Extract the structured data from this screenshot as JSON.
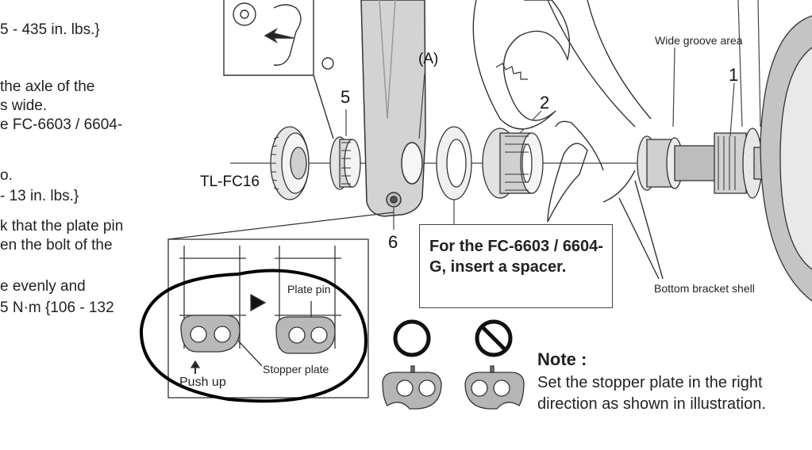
{
  "left_text_lines": [
    "5 - 435 in. lbs.}",
    "the axle of the",
    "s wide.",
    "e FC-6603 / 6604-",
    "o.",
    "- 13 in. lbs.}",
    "k that the plate pin",
    "en the bolt of the",
    "e evenly and",
    "5 N·m {106 - 132"
  ],
  "labels": {
    "a": "(A)",
    "n5": "5",
    "n2": "2",
    "n1": "1",
    "n6": "6",
    "tool": "TL-FC16",
    "wide_groove": "Wide groove area",
    "bb_shell": "Bottom bracket shell",
    "plate_pin": "Plate pin",
    "stopper_plate": "Stopper plate",
    "push_up": "Push up"
  },
  "spacer_box": {
    "text": "For the FC-6603 / 6604-G, insert a spacer."
  },
  "note": {
    "title": "Note :",
    "body": "Set the stopper plate in the right direction as shown in illustration."
  }
}
